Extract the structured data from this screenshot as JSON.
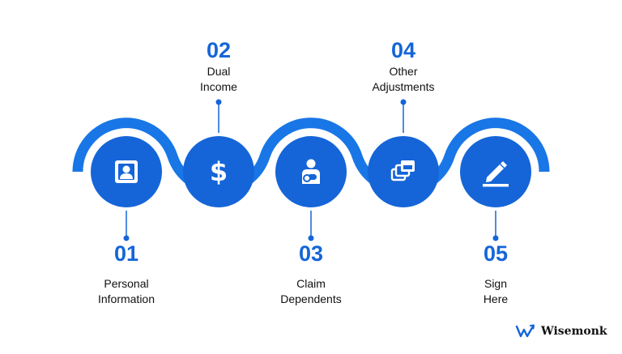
{
  "colors": {
    "accent": "#1565d8",
    "ring": "#1976e6",
    "text": "#111111"
  },
  "steps": [
    {
      "number": "01",
      "line1": "Personal",
      "line2": "Information",
      "icon": "person-card-icon",
      "position": "bottom"
    },
    {
      "number": "02",
      "line1": "Dual",
      "line2": "Income",
      "icon": "dollar-icon",
      "position": "top"
    },
    {
      "number": "03",
      "line1": "Claim",
      "line2": "Dependents",
      "icon": "person-dependents-icon",
      "position": "bottom"
    },
    {
      "number": "04",
      "line1": "Other",
      "line2": "Adjustments",
      "icon": "stacked-windows-icon",
      "position": "top"
    },
    {
      "number": "05",
      "line1": "Sign",
      "line2": "Here",
      "icon": "pen-sign-icon",
      "position": "bottom"
    }
  ],
  "brand": {
    "name": "Wisemonk",
    "logo_icon": "wisemonk-logo-icon"
  }
}
